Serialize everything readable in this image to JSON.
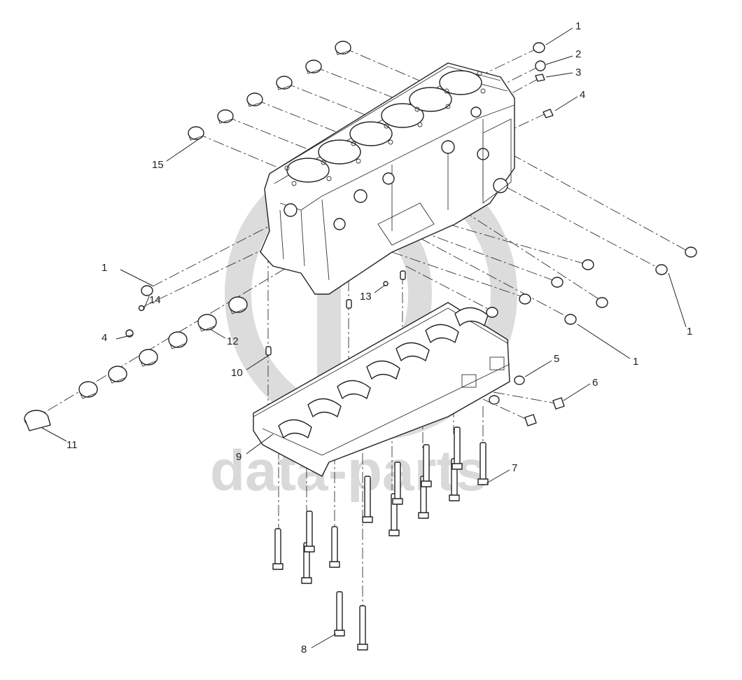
{
  "diagram": {
    "watermark": {
      "brand_text": "data-parts"
    },
    "callouts": [
      "1",
      "2",
      "3",
      "4",
      "1",
      "14",
      "4",
      "12",
      "13",
      "10",
      "11",
      "9",
      "15",
      "5",
      "6",
      "7",
      "8",
      "1",
      "1"
    ]
  }
}
